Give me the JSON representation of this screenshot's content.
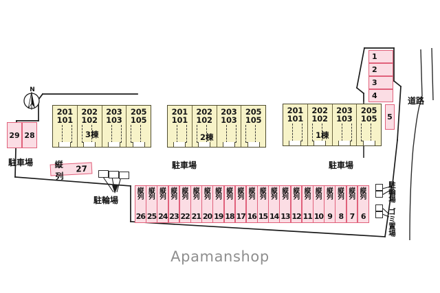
{
  "document": {
    "kind": "site-plan",
    "watermark": "Apamanshop"
  },
  "compass": {
    "north_label": "N"
  },
  "labels": {
    "road": "道路",
    "parking_left": "駐車場",
    "parking_center": "駐車場",
    "parking_right": "駐車場",
    "bicycle_parking_center": "駐輪場",
    "bicycle_parking_right": "駐輪場",
    "garbage_area": "ゴミ置場"
  },
  "buildings": [
    {
      "name": "3棟",
      "label": "3棟",
      "units": [
        {
          "upper": "201",
          "lower": "101"
        },
        {
          "upper": "202",
          "lower": "102"
        },
        {
          "upper": "203",
          "lower": "103"
        },
        {
          "upper": "205",
          "lower": "105"
        }
      ]
    },
    {
      "name": "2棟",
      "label": "2棟",
      "units": [
        {
          "upper": "201",
          "lower": "101"
        },
        {
          "upper": "202",
          "lower": "102"
        },
        {
          "upper": "203",
          "lower": "103"
        },
        {
          "upper": "205",
          "lower": "105"
        }
      ]
    },
    {
      "name": "1棟",
      "label": "1棟",
      "units": [
        {
          "upper": "201",
          "lower": "101"
        },
        {
          "upper": "202",
          "lower": "102"
        },
        {
          "upper": "203",
          "lower": "103"
        },
        {
          "upper": "205",
          "lower": "105"
        }
      ]
    }
  ],
  "parking": {
    "top_right_column": [
      "1",
      "2",
      "3",
      "4"
    ],
    "single_right": "5",
    "left_pair": [
      "29",
      "28"
    ],
    "tandem_tag": {
      "type": "縦列",
      "number": "27"
    },
    "tandem_row_type": "縦列",
    "tandem_row_numbers": [
      "26",
      "25",
      "24",
      "23",
      "22",
      "21",
      "20",
      "19",
      "18",
      "17",
      "16",
      "15",
      "14",
      "13",
      "12",
      "11",
      "10",
      "9",
      "8",
      "7",
      "6"
    ]
  },
  "colors": {
    "building_fill": "#f7f3c8",
    "building_stroke": "#4d4a2e",
    "stall_fill": "#fbdde4",
    "stall_stroke": "#e0607a",
    "outline": "#1a1a1a",
    "watermark": "#8e8e8e"
  }
}
